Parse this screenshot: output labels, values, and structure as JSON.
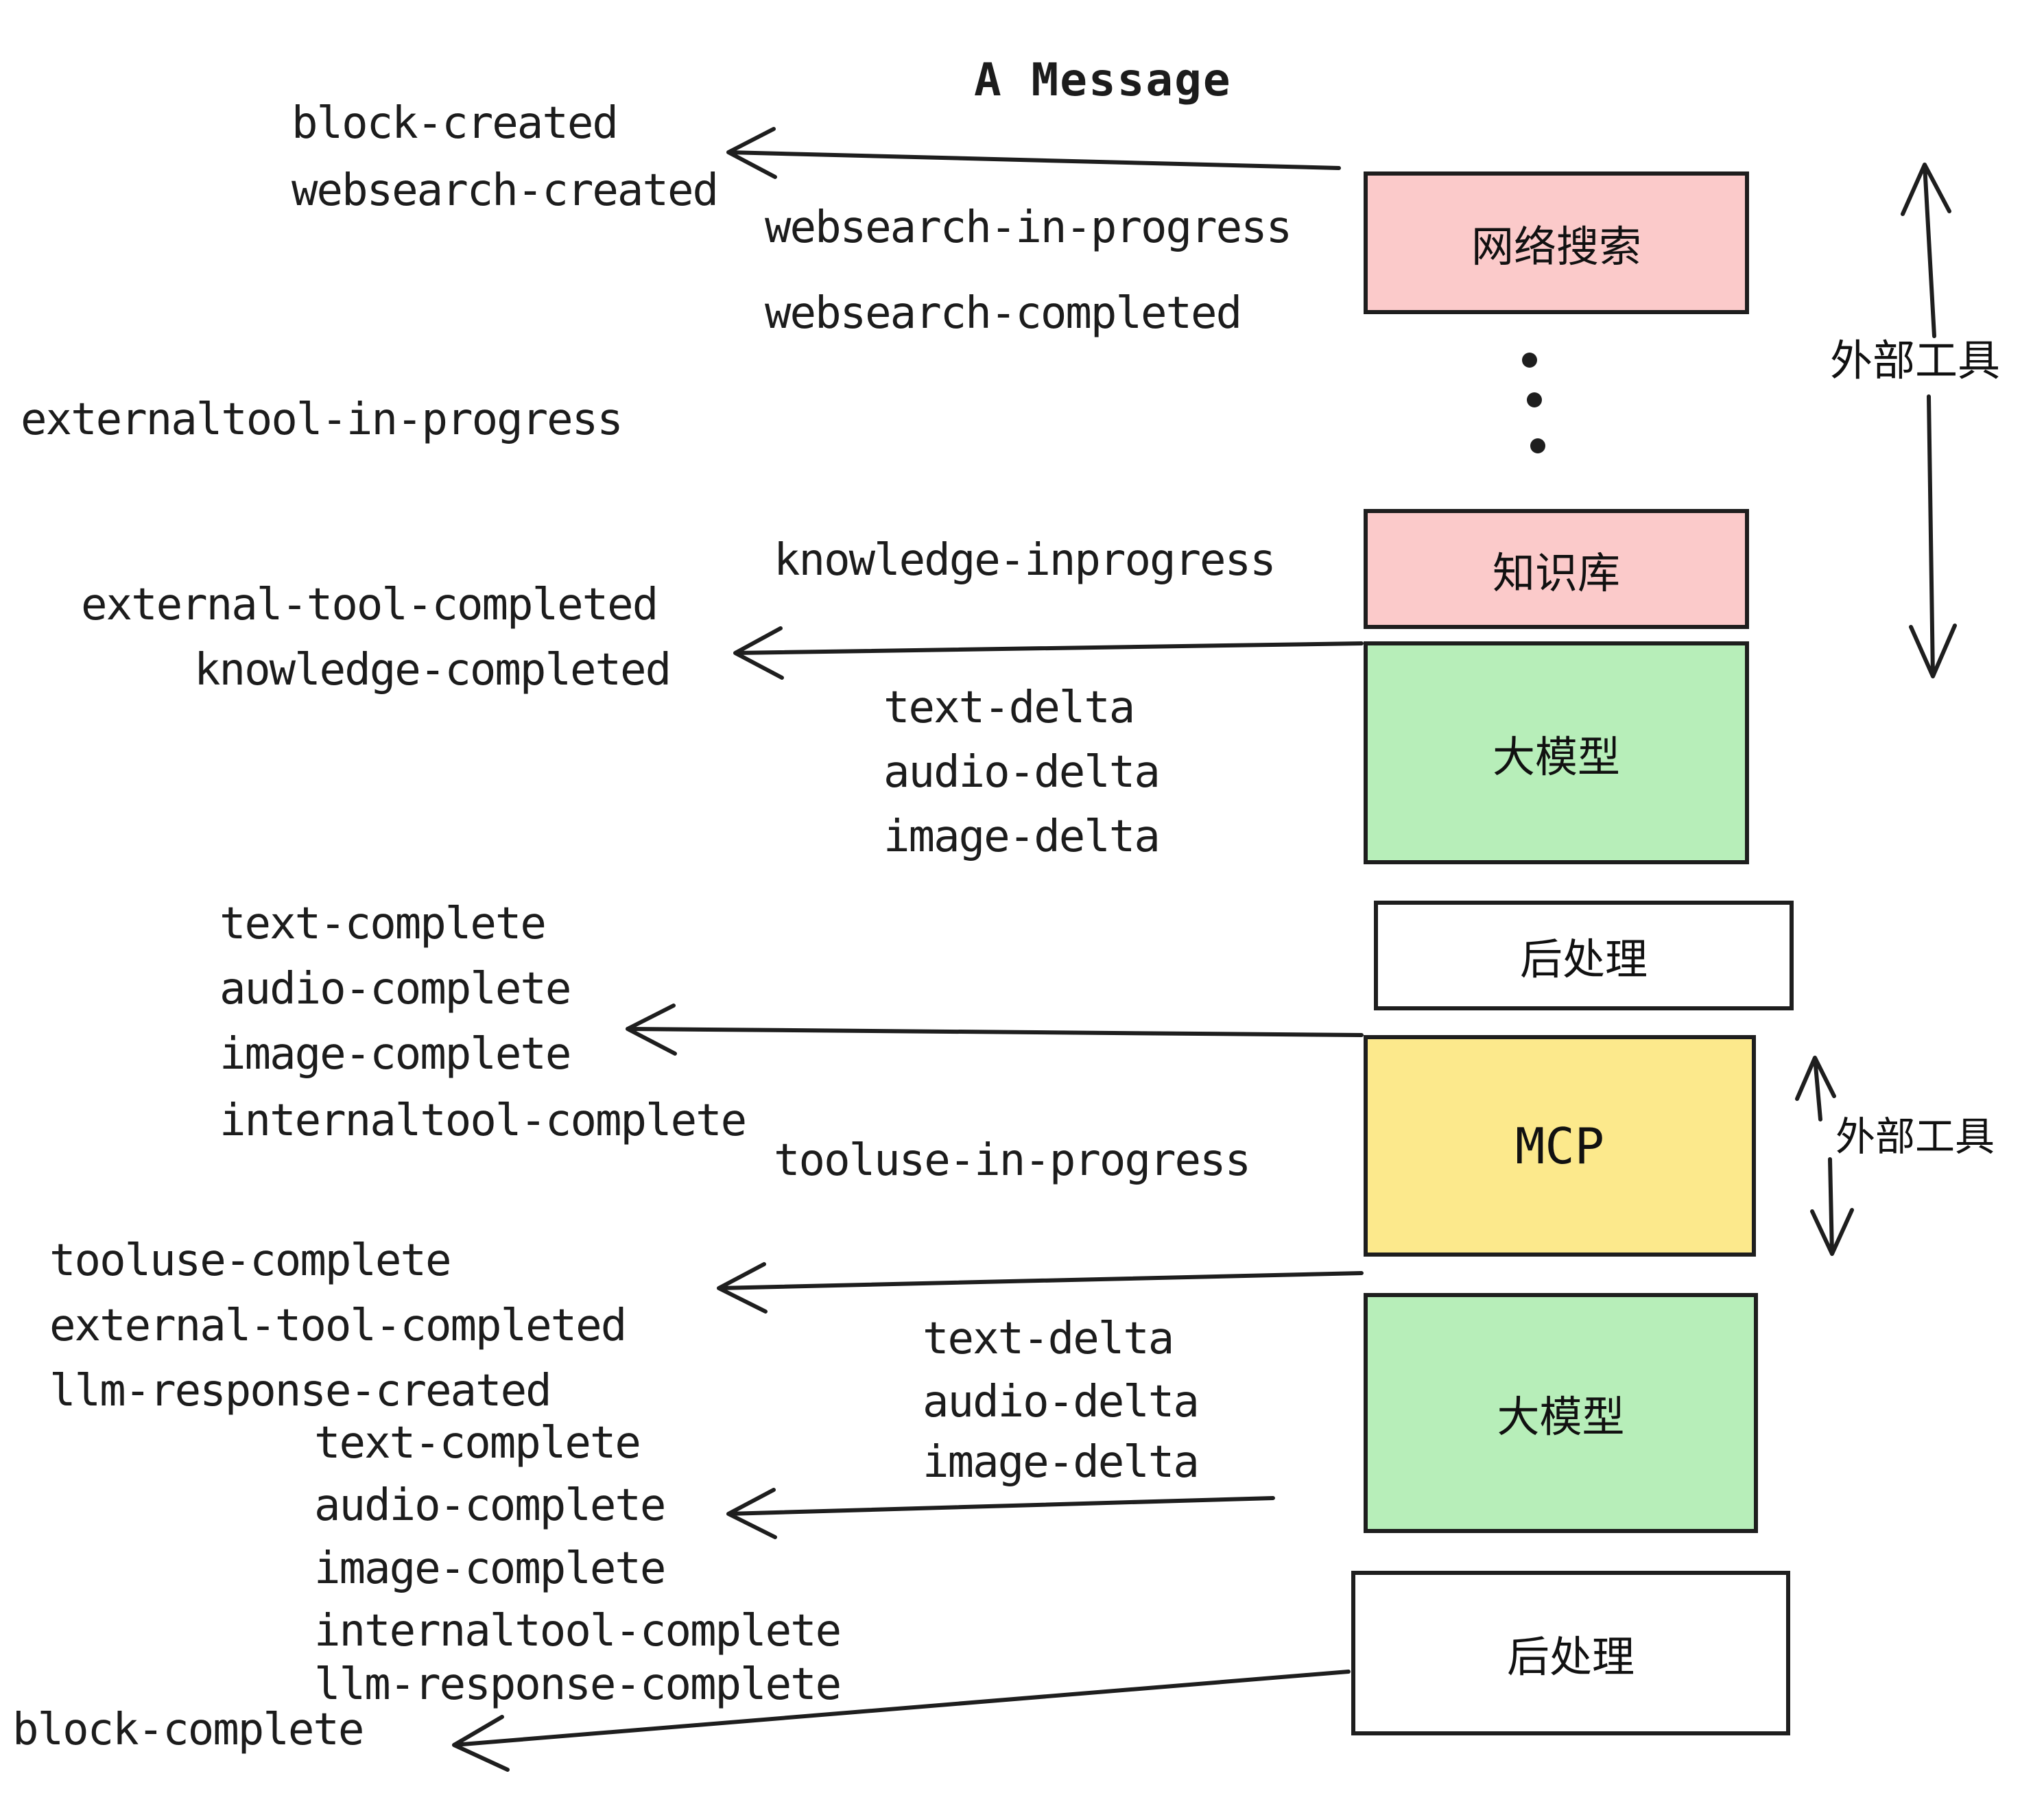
{
  "title": "A Message",
  "colors": {
    "pink": "#fbcaca",
    "green": "#b7eeb9",
    "yellow": "#fce98c",
    "white": "#ffffff",
    "ink": "#1e1e1e"
  },
  "pipeline_boxes": [
    {
      "id": "websearch",
      "label": "网络搜索",
      "color": "pink"
    },
    {
      "id": "knowledge",
      "label": "知识库",
      "color": "pink"
    },
    {
      "id": "llm-1",
      "label": "大模型",
      "color": "green"
    },
    {
      "id": "post-1",
      "label": "后处理",
      "color": "white"
    },
    {
      "id": "mcp",
      "label": "MCP",
      "color": "yellow"
    },
    {
      "id": "llm-2",
      "label": "大模型",
      "color": "green"
    },
    {
      "id": "post-2",
      "label": "后处理",
      "color": "white"
    }
  ],
  "side_labels": {
    "external_tools_top": "外部工具",
    "external_tools_bottom": "外部工具"
  },
  "events": {
    "block_created": "block-created",
    "websearch_created": "websearch-created",
    "websearch_in_progress": "websearch-in-progress",
    "websearch_completed": "websearch-completed",
    "externaltool_in_progress": "externaltool-in-progress",
    "external_tool_completed_1": "external-tool-completed",
    "knowledge_completed": "knowledge-completed",
    "knowledge_inprogress": "knowledge-inprogress",
    "text_delta_1": "text-delta",
    "audio_delta_1": "audio-delta",
    "image_delta_1": "image-delta",
    "text_complete_1": "text-complete",
    "audio_complete_1": "audio-complete",
    "image_complete_1": "image-complete",
    "internaltool_complete_1": "internaltool-complete",
    "tooluse_in_progress": "tooluse-in-progress",
    "tooluse_complete": "tooluse-complete",
    "external_tool_completed_2": "external-tool-completed",
    "llm_response_created": "llm-response-created",
    "text_delta_2": "text-delta",
    "audio_delta_2": "audio-delta",
    "image_delta_2": "image-delta",
    "text_complete_2": "text-complete",
    "audio_complete_2": "audio-complete",
    "image_complete_2": "image-complete",
    "internaltool_complete_2": "internaltool-complete",
    "llm_response_complete": "llm-response-complete",
    "block_complete": "block-complete"
  }
}
